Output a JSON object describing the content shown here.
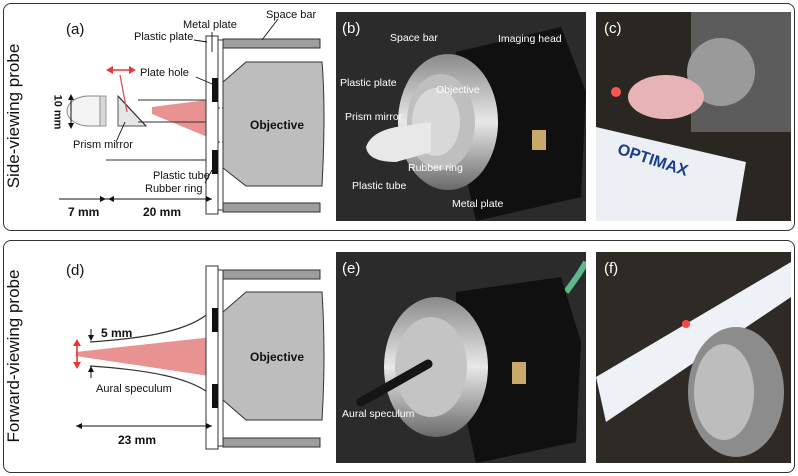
{
  "top_row": {
    "side_label": "Side-viewing probe",
    "panel_a": {
      "letter": "(a)",
      "labels": {
        "metal_plate": "Metal plate",
        "space_bar": "Space bar",
        "plastic_plate": "Plastic plate",
        "plate_hole": "Plate hole",
        "objective": "Objective",
        "prism_mirror": "Prism mirror",
        "plastic_tube": "Plastic tube",
        "rubber_ring": "Rubber ring"
      },
      "dims": {
        "height": "10 mm",
        "left": "7 mm",
        "right": "20 mm"
      }
    },
    "panel_b": {
      "letter": "(b)",
      "labels": {
        "space_bar": "Space bar",
        "imaging_head": "Imaging head",
        "plastic_plate": "Plastic plate",
        "objective": "Objective",
        "prism_mirror": "Prism mirror",
        "rubber_ring": "Rubber ring",
        "plastic_tube": "Plastic tube",
        "metal_plate": "Metal plate"
      }
    },
    "panel_c": {
      "letter": "(c)",
      "text": {
        "brand": "OPTIMAX"
      }
    }
  },
  "bottom_row": {
    "side_label": "Forward-viewing probe",
    "panel_d": {
      "letter": "(d)",
      "labels": {
        "objective": "Objective",
        "aural_speculum": "Aural speculum"
      },
      "dims": {
        "tip": "5 mm",
        "length": "23 mm"
      }
    },
    "panel_e": {
      "letter": "(e)",
      "labels": {
        "aural_speculum": "Aural speculum"
      }
    },
    "panel_f": {
      "letter": "(f)"
    }
  },
  "colors": {
    "beam": "#d94a4a",
    "objective_gray": "#bdbdbd",
    "dark_part": "#1a1a1a",
    "arrow_red": "#e53935"
  }
}
